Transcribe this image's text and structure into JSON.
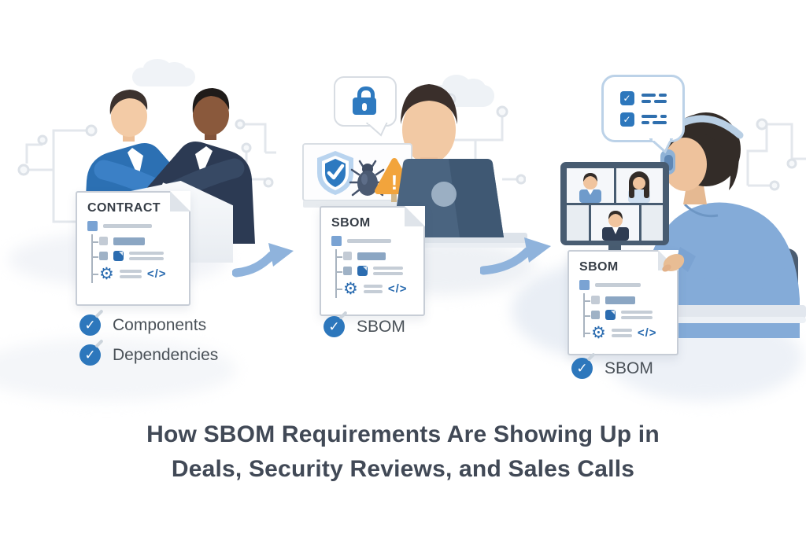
{
  "title": {
    "line1": "How SBOM Requirements Are Showing Up in",
    "line2": "Deals, Security Reviews, and Sales Calls"
  },
  "scenes": {
    "deal": {
      "document_title": "CONTRACT",
      "checklist": [
        "Components",
        "Dependencies"
      ]
    },
    "security_review": {
      "document_title": "SBOM",
      "checklist": [
        "SBOM"
      ]
    },
    "sales_call": {
      "document_title": "SBOM",
      "checklist": [
        "SBOM"
      ]
    }
  },
  "icons": {
    "check_glyph": "✓",
    "gear_glyph": "⚙",
    "code_glyph": "</>",
    "warning_glyph": "!"
  },
  "colors": {
    "accent_blue": "#2d77bc",
    "arrow_blue": "#8fb3dc",
    "warning_orange": "#f2a43c",
    "suit_blue": "#2c70b3",
    "suit_navy": "#2c3a53",
    "shirt_light_blue": "#84abd8",
    "slate_hardware": "#485c71",
    "title_text": "#414956"
  }
}
